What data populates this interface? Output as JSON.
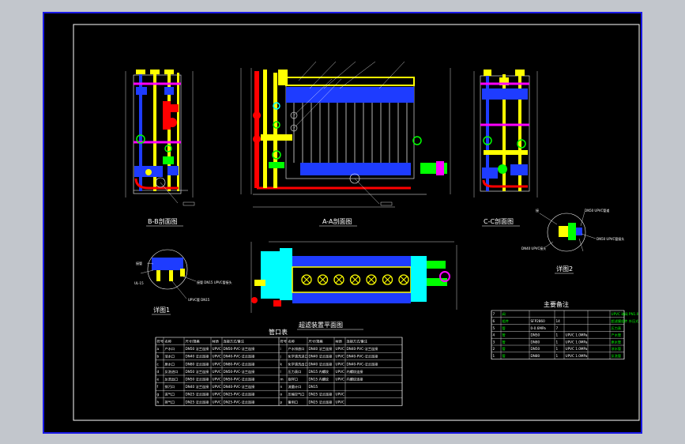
{
  "colors": {
    "background": "#c2c6cc",
    "sheet": "#000000",
    "border": "#1a1ae6",
    "line": "#ffffff",
    "yellow": "#ffff00",
    "blue": "#1e3cff",
    "magenta": "#ff00ff",
    "red": "#ff0000",
    "green": "#00ff00",
    "cyan": "#00ffff"
  },
  "views": {
    "bb_label": "B-B剖面图",
    "aa_label": "A-A剖面图",
    "cc_label": "C-C剖面图",
    "plan_label": "超滤装置平面图",
    "detail1_label": "详图1",
    "detail2_label": "详图2"
  },
  "detail2": {
    "tag_left": "接",
    "note_1": "DN50 UPVC管道",
    "note_2": "DN50 UPVC管接头",
    "note_3": "DN40 UPVC接头"
  },
  "detail1": {
    "tag_top": "接管",
    "tag_left": "UL-15",
    "note_1": "接管 DN15 UPVC管接头",
    "note_2": "UPVC管 DN15"
  },
  "port_table": {
    "title": "管口表",
    "headers": [
      "符号",
      "名称",
      "尺寸/规格",
      "材质",
      "连接方式/备注"
    ],
    "left_rows": [
      [
        "a",
        "产水口",
        "DN50 法兰连接",
        "UPVC",
        "DN50-PVC-法兰连接"
      ],
      [
        "b",
        "浓水口",
        "DN40 法兰连接",
        "UPVC",
        "DN40-PVC-法兰连接"
      ],
      [
        "c",
        "原水口",
        "DN80 法兰连接",
        "UPVC",
        "DN80-PVC-法兰连接"
      ],
      [
        "d",
        "反洗进口",
        "DN50 法兰连接",
        "UPVC",
        "DN50-PVC-法兰连接"
      ],
      [
        "e",
        "反洗出口",
        "DN50 法兰连接",
        "UPVC",
        "DN50-PVC-法兰连接"
      ],
      [
        "f",
        "排污口",
        "DN40 法兰连接",
        "UPVC",
        "DN40-PVC-法兰连接"
      ],
      [
        "g",
        "进气口",
        "DN25 法兰连接",
        "UPVC",
        "DN25-PVC-法兰连接"
      ],
      [
        "h",
        "排气口",
        "DN25 法兰连接",
        "UPVC",
        "DN25-PVC-法兰连接"
      ]
    ],
    "right_rows": [
      [
        "i",
        "产水排放口",
        "DN40 法兰连接",
        "UPVC",
        "DN40-PVC-法兰连接"
      ],
      [
        "j",
        "化学清洗进口",
        "DN40 法兰连接",
        "UPVC",
        "DN40-PVC-法兰连接"
      ],
      [
        "k",
        "化学清洗出口",
        "DN40 法兰连接",
        "UPVC",
        "DN40-PVC-法兰连接"
      ],
      [
        "l",
        "压力表口",
        "DN15 内螺纹",
        "UPVC",
        "内螺纹连接"
      ],
      [
        "m",
        "取样口",
        "DN15 内螺纹",
        "UPVC",
        "内螺纹连接"
      ],
      [
        "n",
        "流量计口",
        "DN15",
        "",
        ""
      ],
      [
        "o",
        "压缩空气口",
        "DN25 法兰连接",
        "UPVC",
        ""
      ],
      [
        "p",
        "备用口",
        "DN25 法兰连接",
        "UPVC",
        ""
      ]
    ]
  },
  "material_table": {
    "title": "主要备注",
    "rows": [
      [
        "7",
        "阀",
        "",
        "",
        "",
        "",
        "UPVC 球阀 PN1.0"
      ],
      [
        "6",
        "组件",
        "SFP2860",
        "14",
        "",
        "",
        "超滤膜组件 外压式"
      ],
      [
        "5",
        "管",
        "0-0.6MPa",
        "7",
        "",
        "",
        "压力表"
      ],
      [
        "4",
        "管",
        "DN50",
        "1",
        "UPVC 1.0MPa",
        "",
        "产水管"
      ],
      [
        "3",
        "管",
        "DN80",
        "1",
        "UPVC 1.0MPa",
        "",
        "原水管"
      ],
      [
        "2",
        "管",
        "DN50",
        "1",
        "UPVC 1.0MPa",
        "",
        "浓水管"
      ],
      [
        "1",
        "管",
        "DN80",
        "1",
        "UPVC 1.0MPa",
        "",
        "反洗管"
      ]
    ]
  }
}
